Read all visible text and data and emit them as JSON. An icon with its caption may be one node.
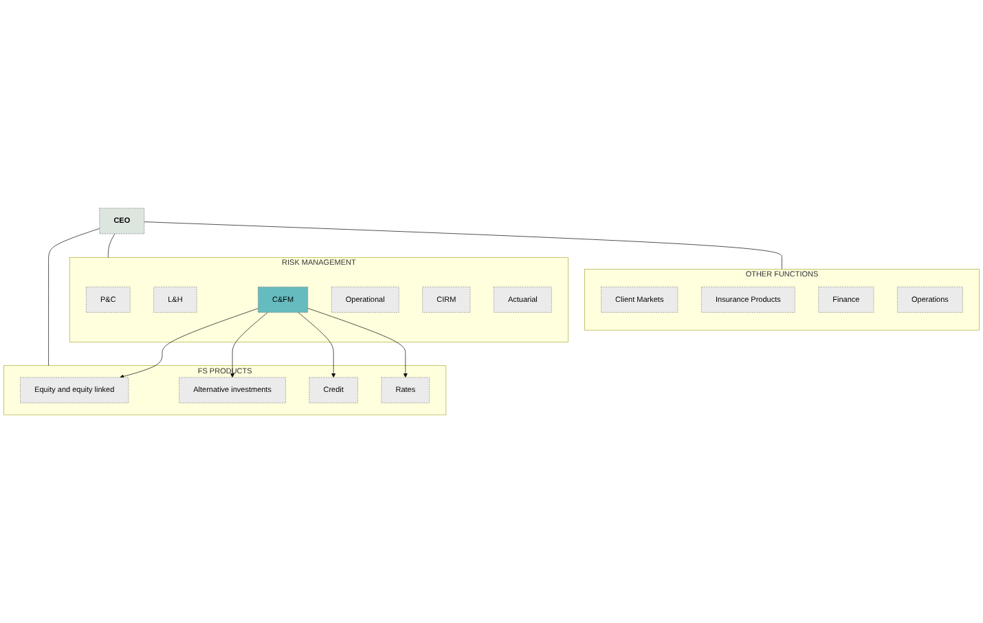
{
  "diagram": {
    "nodes": [
      {
        "text": [
          "CEO"
        ]
      },
      {
        "text": [
          "FS PRODUCTS"
        ]
      },
      {
        "text": [
          "Equity and equity linked"
        ],
        "in": 1
      },
      {
        "text": [
          "Alternative investments"
        ],
        "in": 1
      },
      {
        "text": [
          "Credit"
        ],
        "in": 1
      },
      {
        "text": [
          "Rates"
        ],
        "in": 1
      },
      {
        "text": [
          "RISK MANAGEMENT"
        ]
      },
      {
        "text": [
          "P&C"
        ],
        "in": 6
      },
      {
        "text": [
          "L&H"
        ],
        "in": 6
      },
      {
        "text": [
          "C&FM"
        ],
        "in": 6
      },
      {
        "text": [
          "Operational"
        ],
        "in": 6
      },
      {
        "text": [
          "CIRM"
        ],
        "in": 6
      },
      {
        "text": [
          "Actuarial"
        ],
        "in": 6
      },
      {
        "text": [
          "OTHER FUNCTIONS"
        ]
      },
      {
        "text": [
          "Client Markets"
        ],
        "in": 13
      },
      {
        "text": [
          "Insurance Products"
        ],
        "in": 13
      },
      {
        "text": [
          "Finance"
        ],
        "in": 13
      },
      {
        "text": [
          "Operations"
        ],
        "in": 13
      }
    ],
    "edges": [
      {
        "from": 0,
        "to": 1,
        "arrow": "none"
      },
      {
        "from": 0,
        "to": 6,
        "arrow": "none"
      },
      {
        "from": 0,
        "to": 13,
        "arrow": "none"
      },
      {
        "from": 9,
        "to": 2,
        "arrow": "to"
      },
      {
        "from": 9,
        "to": 3,
        "arrow": "to"
      },
      {
        "from": 9,
        "to": 4,
        "arrow": "to"
      },
      {
        "from": 9,
        "to": 5,
        "arrow": "to"
      }
    ]
  }
}
